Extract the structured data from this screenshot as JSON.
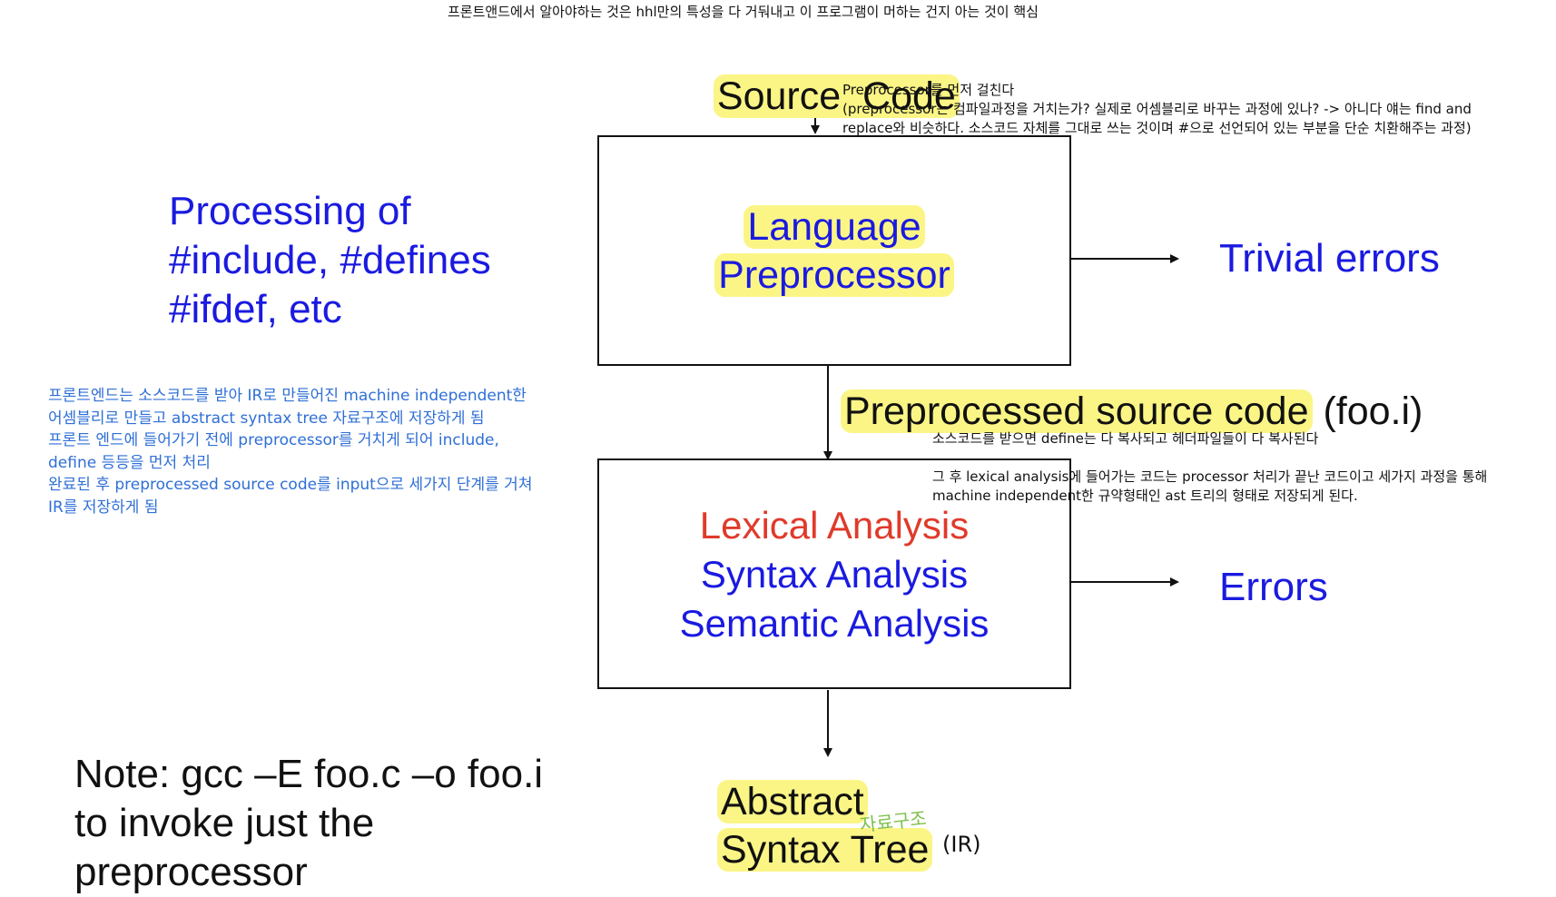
{
  "top_note": "프론트앤드에서 알아야하는 것은 hhl만의 특성을 다 거둬내고 이 프로그램이 머하는 건지 아는 것이 핵심",
  "source_code": "Source  Code",
  "preprocessor_note": [
    "Preprocessor를 먼저 걸친다",
    "(preprocessor는 컴파일과정을 거치는가? 실제로 어셈블리로 바꾸는 과정에 있나? -> 아니다 얘는 find and",
    "replace와 비슷하다. 소스코드 자체를 그대로 쓰는 것이며 #으로 선언되어 있는 부분을 단순 치환해주는 과정)"
  ],
  "preprocessor_box": {
    "line1": "Language",
    "line2": "Preprocessor"
  },
  "processing_of": [
    "Processing of",
    "#include, #defines",
    "#ifdef, etc"
  ],
  "trivial_errors": "Trivial errors",
  "frontend_note": [
    "프론트엔드는 소스코드를 받아 IR로 만들어진 machine independent한",
    "어셈블리로 만들고 abstract syntax tree 자료구조에 저장하게 됨",
    "프론트 엔드에 들어가기 전에 preprocessor를 거치게 되어 include,",
    "define 등등을 먼저 처리",
    "완료된 후 preprocessed source code를 input으로 세가지 단계를 거쳐",
    "IR를 저장하게 됨"
  ],
  "preprocessed": {
    "highlight": "Preprocessed source code",
    "suffix": " (foo.i)"
  },
  "define_note": "소스코드를 받으면 define는 다 복사되고 헤더파일들이 다 복사된다",
  "lexical_note": [
    "그 후 lexical analysis에 들어가는 코드는 processor 처리가 끝난 코드이고 세가지 과정을 통해",
    "machine independent한 규약형태인 ast 트리의 형태로 저장되게 된다."
  ],
  "analysis_box": {
    "lexical": "Lexical Analysis",
    "syntax": "Syntax Analysis",
    "semantic": "Semantic Analysis"
  },
  "errors": "Errors",
  "note_gcc": [
    "Note: gcc –E foo.c –o foo.i",
    "to invoke just the",
    "preprocessor"
  ],
  "ast": {
    "line1": "Abstract",
    "line2": "Syntax Tree",
    "ir_tag": "(IR)",
    "handwritten": "자료구조"
  },
  "colors": {
    "blue": "#1a1ae0",
    "red": "#e03a2a",
    "highlight": "#fbf586",
    "note_blue": "#2f6fd6",
    "handwritten_green": "#7cc04a"
  }
}
